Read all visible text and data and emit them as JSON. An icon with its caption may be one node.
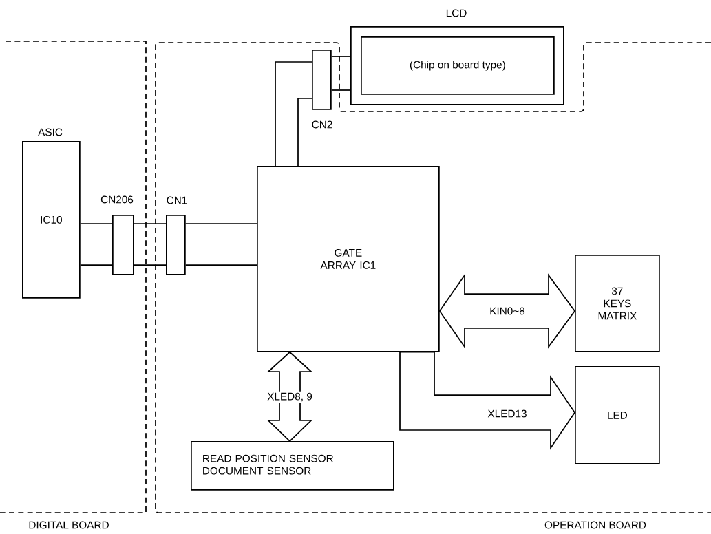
{
  "diagram": {
    "nodes": [
      {
        "text": [
          "ASIC",
          "IC10"
        ]
      },
      {
        "text": [
          "CN206"
        ]
      },
      {
        "text": [
          "CN1"
        ]
      },
      {
        "text": [
          "GATE ARRAY IC1"
        ]
      },
      {
        "text": [
          "CN2"
        ]
      },
      {
        "text": [
          "LCD"
        ]
      },
      {
        "text": [
          "(Chip on board type)"
        ],
        "in": 5
      },
      {
        "text": [
          "37 KEYS MATRIX"
        ]
      },
      {
        "text": [
          "LED"
        ]
      },
      {
        "text": [
          "READ POSITION SENSOR",
          "DOCUMENT SENSOR"
        ]
      }
    ],
    "edges": [
      {
        "from": 0,
        "to": 1,
        "arrow": "none"
      },
      {
        "from": 0,
        "to": 1,
        "arrow": "none"
      },
      {
        "from": 1,
        "to": 2,
        "arrow": "none"
      },
      {
        "from": 1,
        "to": 2,
        "arrow": "none"
      },
      {
        "from": 2,
        "to": 3,
        "arrow": "none"
      },
      {
        "from": 2,
        "to": 3,
        "arrow": "none"
      },
      {
        "from": 3,
        "to": 4,
        "arrow": "none"
      },
      {
        "from": 3,
        "to": 4,
        "arrow": "none"
      },
      {
        "from": 4,
        "to": 5,
        "arrow": "none"
      },
      {
        "from": 4,
        "to": 5,
        "arrow": "none"
      },
      {
        "from": 3,
        "to": 7,
        "arrow": "both",
        "label": "KIN0~8"
      },
      {
        "from": 3,
        "to": 8,
        "arrow": "to",
        "label": "XLED13"
      },
      {
        "from": 3,
        "to": 9,
        "arrow": "both",
        "label": "XLED8, 9"
      }
    ],
    "labels": [
      "DIGITAL BOARD",
      "OPERATION BOARD"
    ]
  }
}
